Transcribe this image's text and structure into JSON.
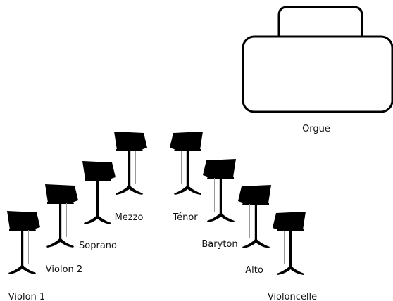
{
  "organ": {
    "label": "Orgue",
    "icon": "organ-icon"
  },
  "stands": [
    {
      "id": "violon-1",
      "label": "Violon 1"
    },
    {
      "id": "violon-2",
      "label": "Violon 2"
    },
    {
      "id": "soprano",
      "label": "Soprano"
    },
    {
      "id": "mezzo",
      "label": "Mezzo"
    },
    {
      "id": "tenor",
      "label": "Ténor"
    },
    {
      "id": "baryton",
      "label": "Baryton"
    },
    {
      "id": "alto",
      "label": "Alto"
    },
    {
      "id": "violoncelle",
      "label": "Violoncelle"
    }
  ],
  "stand_icon": "music-stand-icon"
}
